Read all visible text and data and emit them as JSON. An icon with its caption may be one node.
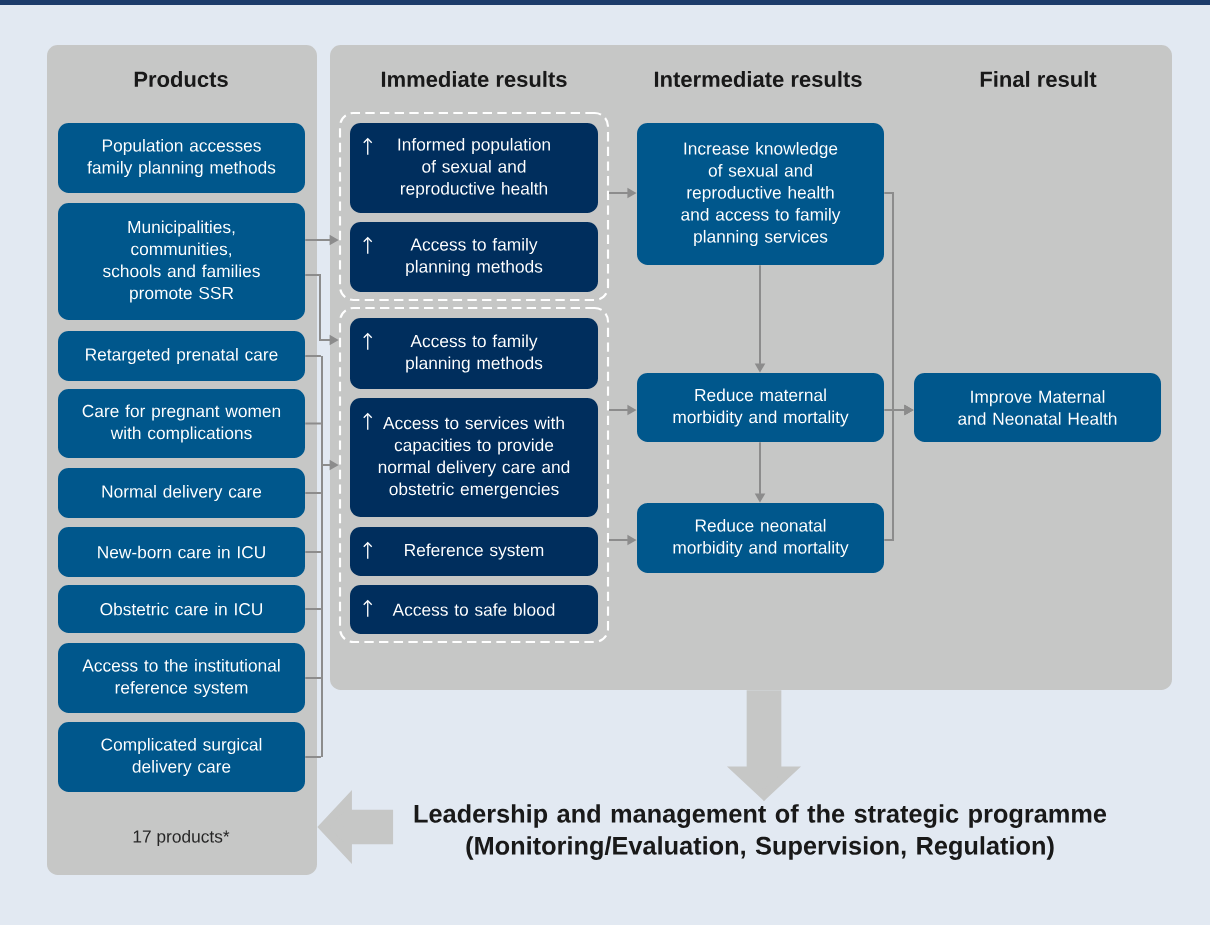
{
  "diagram": {
    "nodes": [
      {
        "text": [
          "Products",
          "17 products*"
        ]
      },
      {
        "text": [
          "Population accesses family planning methods"
        ],
        "in": 0
      },
      {
        "text": [
          "Municipalities, communities, schools and families promote SSR"
        ],
        "in": 0
      },
      {
        "text": [
          "Retargeted prenatal care"
        ],
        "in": 0
      },
      {
        "text": [
          "Care for pregnant women with complications"
        ],
        "in": 0
      },
      {
        "text": [
          "Normal delivery care"
        ],
        "in": 0
      },
      {
        "text": [
          "New-born care in ICU"
        ],
        "in": 0
      },
      {
        "text": [
          "Obstetric care in ICU"
        ],
        "in": 0
      },
      {
        "text": [
          "Access to the institutional reference system"
        ],
        "in": 0
      },
      {
        "text": [
          "Complicated surgical delivery care"
        ],
        "in": 0
      },
      {
        "text": [
          "Immediate results",
          "Intermediate results",
          "Final result"
        ]
      },
      {
        "text": [],
        "shape": "box",
        "in": 10
      },
      {
        "text": [
          "Informed population of sexual and reproductive health"
        ],
        "in": 11
      },
      {
        "text": [
          "Access to family planning methods"
        ],
        "in": 11
      },
      {
        "text": [],
        "shape": "box",
        "in": 10
      },
      {
        "text": [
          "Access to family planning methods"
        ],
        "in": 14
      },
      {
        "text": [
          "Access to services with capacities to provide normal delivery care and obstetric emergencies"
        ],
        "in": 14
      },
      {
        "text": [
          "Reference system"
        ],
        "in": 14
      },
      {
        "text": [
          "Access to safe blood"
        ],
        "in": 14
      },
      {
        "text": [
          "Increase knowledge of sexual and reproductive health and access to family planning services"
        ],
        "in": 10
      },
      {
        "text": [
          "Reduce maternal morbidity and mortality"
        ],
        "in": 10
      },
      {
        "text": [
          "Reduce neonatal morbidity and mortality"
        ],
        "in": 10
      },
      {
        "text": [
          "Improve Maternal and Neonatal Health"
        ],
        "in": 10
      },
      {
        "text": [
          "Leadership and management of the strategic programme (Monitoring/Evaluation, Supervision, Regulation)"
        ]
      }
    ],
    "edges": [
      {
        "from": 2,
        "to": 11,
        "arrow": "to"
      },
      {
        "from": 2,
        "to": 14,
        "arrow": "to"
      },
      {
        "from": 3,
        "to": 14,
        "arrow": "to"
      },
      {
        "from": 4,
        "to": 14,
        "arrow": "to"
      },
      {
        "from": 5,
        "to": 14,
        "arrow": "to"
      },
      {
        "from": 6,
        "to": 14,
        "arrow": "to"
      },
      {
        "from": 7,
        "to": 14,
        "arrow": "to"
      },
      {
        "from": 8,
        "to": 14,
        "arrow": "to"
      },
      {
        "from": 9,
        "to": 14,
        "arrow": "to"
      },
      {
        "from": 11,
        "to": 19,
        "arrow": "to"
      },
      {
        "from": 14,
        "to": 20,
        "arrow": "to"
      },
      {
        "from": 14,
        "to": 21,
        "arrow": "to"
      },
      {
        "from": 19,
        "to": 20,
        "arrow": "to"
      },
      {
        "from": 20,
        "to": 21,
        "arrow": "to"
      },
      {
        "from": 19,
        "to": 22,
        "arrow": "to"
      },
      {
        "from": 20,
        "to": 22,
        "arrow": "to"
      },
      {
        "from": 21,
        "to": 22,
        "arrow": "to"
      },
      {
        "from": 10,
        "to": 23,
        "arrow": "to",
        "style": "thick",
        "color": "#c6c7c6"
      },
      {
        "from": 23,
        "to": 0,
        "arrow": "to",
        "style": "thick",
        "color": "#c6c7c6"
      }
    ]
  }
}
